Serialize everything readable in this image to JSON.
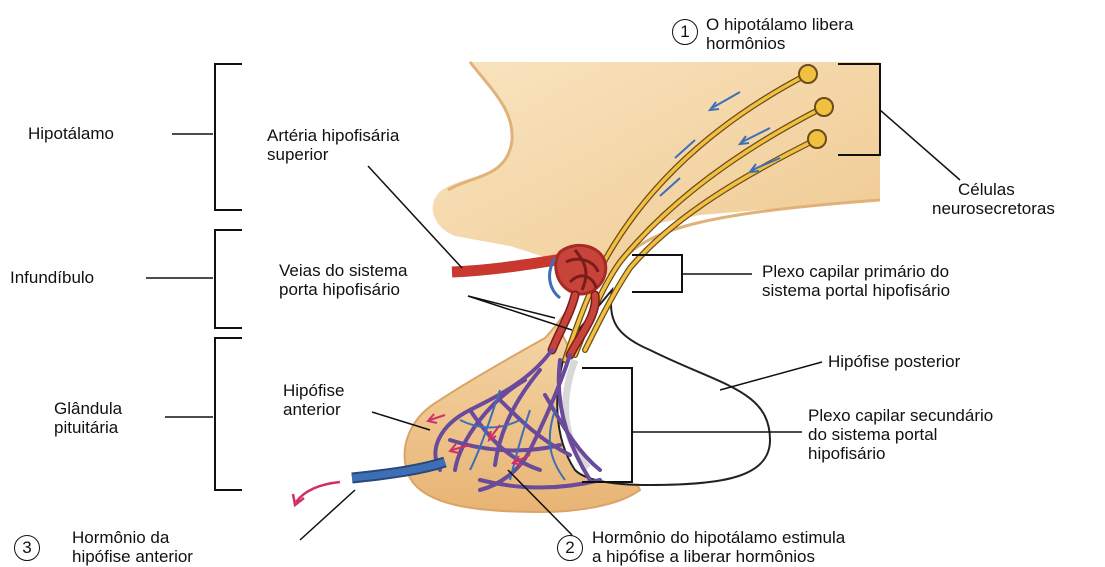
{
  "steps": {
    "step1": {
      "number": "1",
      "line1": "O hipotálamo libera",
      "line2": "hormônios"
    },
    "step2": {
      "number": "2",
      "line1": "Hormônio do hipotálamo estimula",
      "line2": "a hipófise a liberar hormônios"
    },
    "step3": {
      "number": "3",
      "line1": "Hormônio da",
      "line2": "hipófise anterior"
    }
  },
  "labels": {
    "hipotalamo": "Hipotálamo",
    "infundibulo": "Infundíbulo",
    "glandula": {
      "line1": "Glândula",
      "line2": "pituitária"
    },
    "arteria": {
      "line1": "Artéria hipofisária",
      "line2": "superior"
    },
    "veias": {
      "line1": "Veias do sistema",
      "line2": "porta hipofisário"
    },
    "hipofise_anterior": {
      "line1": "Hipófise",
      "line2": "anterior"
    },
    "celulas": {
      "line1": "Células",
      "line2": "neurosecretoras"
    },
    "plexo_primario": {
      "line1": "Plexo capilar primário do",
      "line2": "sistema portal hipofisário"
    },
    "hipofise_posterior": "Hipófise posterior",
    "plexo_secundario": {
      "line1": "Plexo capilar secundário",
      "line2": "do sistema portal",
      "line3": "hipofisário"
    }
  },
  "colors": {
    "tissue": "#f7dcb0",
    "tissue_dark": "#e9b878",
    "axon": "#f2c040",
    "artery": "#c8382e",
    "vein_blue": "#3e6fb6",
    "capillary": "#6a4a9a",
    "arrow_magenta": "#d0306a",
    "posterior": "#ffffff"
  }
}
